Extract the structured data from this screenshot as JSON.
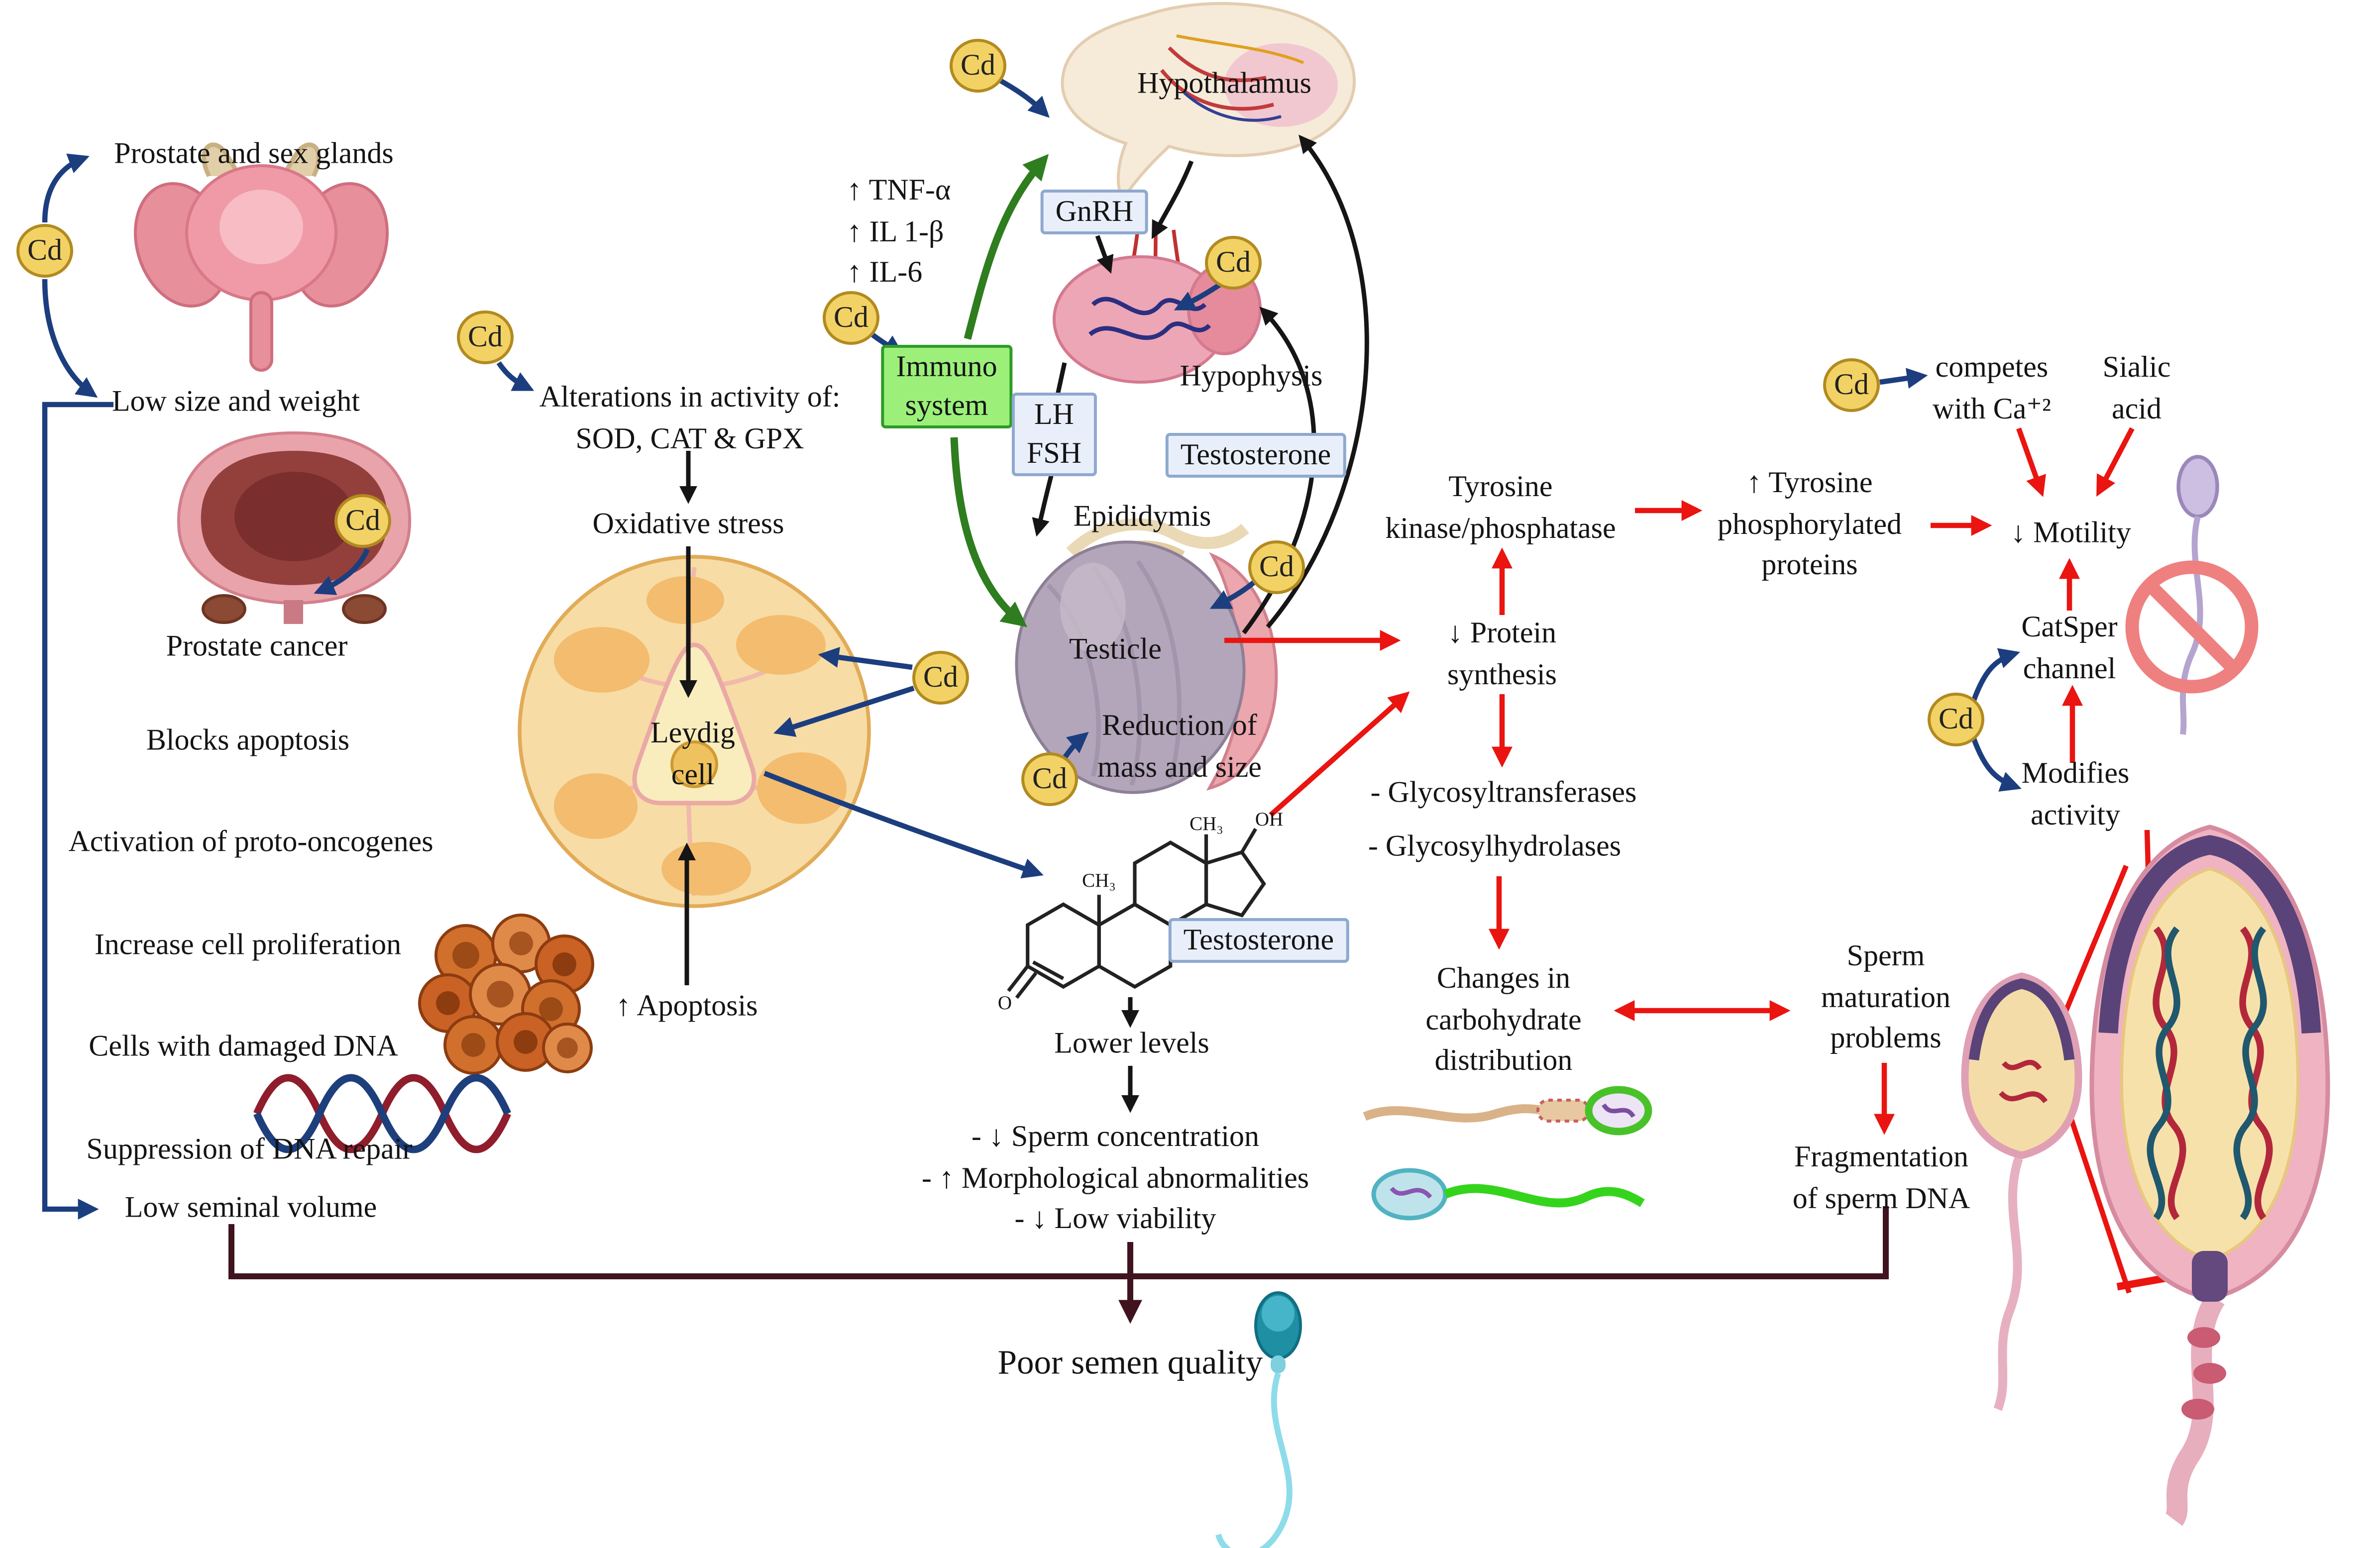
{
  "cd": "Cd",
  "left_column": {
    "prostate_glands": "Prostate and sex glands",
    "low_size_weight": "Low size and weight",
    "prostate_cancer": "Prostate cancer",
    "blocks_apoptosis": "Blocks apoptosis",
    "proto_oncogenes": "Activation of proto-oncogenes",
    "cell_proliferation": "Increase cell proliferation",
    "damaged_dna": "Cells with damaged DNA",
    "dna_repair": "Suppression of DNA repair",
    "low_seminal_volume": "Low seminal volume"
  },
  "oxidative_branch": {
    "alterations_line1": "Alterations in activity of:",
    "alterations_line2": "SOD, CAT & GPX",
    "oxidative_stress": "Oxidative stress",
    "leydig_line1": "Leydig",
    "leydig_line2": "cell",
    "apoptosis": "↑ Apoptosis"
  },
  "hpg_axis": {
    "hypothalamus": "Hypothalamus",
    "gnrh": "GnRH",
    "cytokines": [
      "↑ TNF-α",
      "↑ IL 1-β",
      "↑ IL-6"
    ],
    "immuno_line1": "Immuno",
    "immuno_line2": "system",
    "lh": "LH",
    "fsh": "FSH",
    "hypophysis": "Hypophysis",
    "testosterone": "Testosterone",
    "epididymis": "Epididymis",
    "testicle": "Testicle",
    "reduction_line1": "Reduction of",
    "reduction_line2": "mass and size"
  },
  "testosterone_branch": {
    "molecule_label": "Testosterone",
    "ch3": "CH₃",
    "oh": "OH",
    "o": "O",
    "lower_levels": "Lower levels",
    "effects": [
      "- ↓ Sperm concentration",
      "- ↑ Morphological abnormalities",
      "- ↓ Low viability"
    ],
    "poor_semen_quality": "Poor semen quality"
  },
  "protein_branch": {
    "tyrosine_line1": "Tyrosine",
    "tyrosine_line2": "kinase/phosphatase",
    "phosphorylated_line1": "↑ Tyrosine",
    "phosphorylated_line2": "phosphorylated",
    "phosphorylated_line3": "proteins",
    "protein_line1": "↓ Protein",
    "protein_line2": "synthesis",
    "glycosyltransferases": "- Glycosyltransferases",
    "glycosylhydrolases": "- Glycosylhydrolases",
    "carb_line1": "Changes in",
    "carb_line2": "carbohydrate",
    "carb_line3": "distribution"
  },
  "sperm_branch": {
    "maturation_line1": "Sperm",
    "maturation_line2": "maturation",
    "maturation_line3": "problems",
    "fragmentation_line1": "Fragmentation",
    "fragmentation_line2": "of sperm DNA",
    "motility": "↓ Motility",
    "competes_line1": "competes",
    "competes_line2": "with Ca⁺²",
    "sialic_line1": "Sialic",
    "sialic_line2": "acid",
    "catsper_line1": "CatSper",
    "catsper_line2": "channel",
    "modifies_line1": "Modifies",
    "modifies_line2": "activity"
  },
  "colors": {
    "cd_fill": "#f2d264",
    "cd_border": "#b28a1f",
    "arrow_blue": "#1c3e7e",
    "arrow_black": "#151515",
    "arrow_red": "#ea1410",
    "arrow_green": "#2e7d1e",
    "arrow_maroon": "#40131f",
    "box_fill": "#e9effa",
    "box_border": "#8fa9cf",
    "immuno_fill": "#9cf07a",
    "immuno_border": "#2f9c28"
  }
}
